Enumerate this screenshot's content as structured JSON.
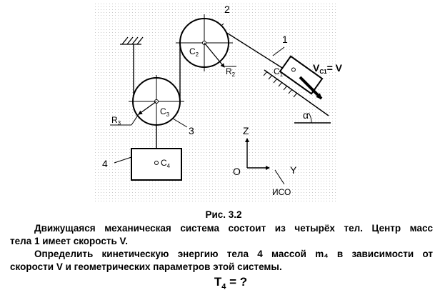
{
  "figure": {
    "labels": {
      "body1": "1",
      "body2": "2",
      "body3": "3",
      "body4": "4",
      "c1": "C",
      "c1_sub": "1",
      "c2": "C",
      "c2_sub": "2",
      "c3": "C",
      "c3_sub": "3",
      "c4": "C",
      "c4_sub": "4",
      "r2": "R",
      "r2_sub": "2",
      "r3": "R",
      "r3_sub": "3",
      "velocity": "V",
      "velocity_sub": "C1",
      "velocity_eq": "= V",
      "alpha": "α",
      "axis_z": "Z",
      "axis_y": "Y",
      "axis_o": "O",
      "iso": "ИСО"
    }
  },
  "text": {
    "caption": "Рис. 3.2",
    "paragraph1_first": "Движущаяся механическая система состоит из четырёх тел. Центр масс",
    "paragraph1_rest": "тела 1 имеет скорость V.",
    "paragraph2_first": "Определить кинетическую энергию тела 4 массой m₄ в зависимости от",
    "paragraph2_rest": "скорости V и геометрических параметров этой системы.",
    "question_main": "T",
    "question_sub": "4",
    "question_tail": " = ?"
  }
}
